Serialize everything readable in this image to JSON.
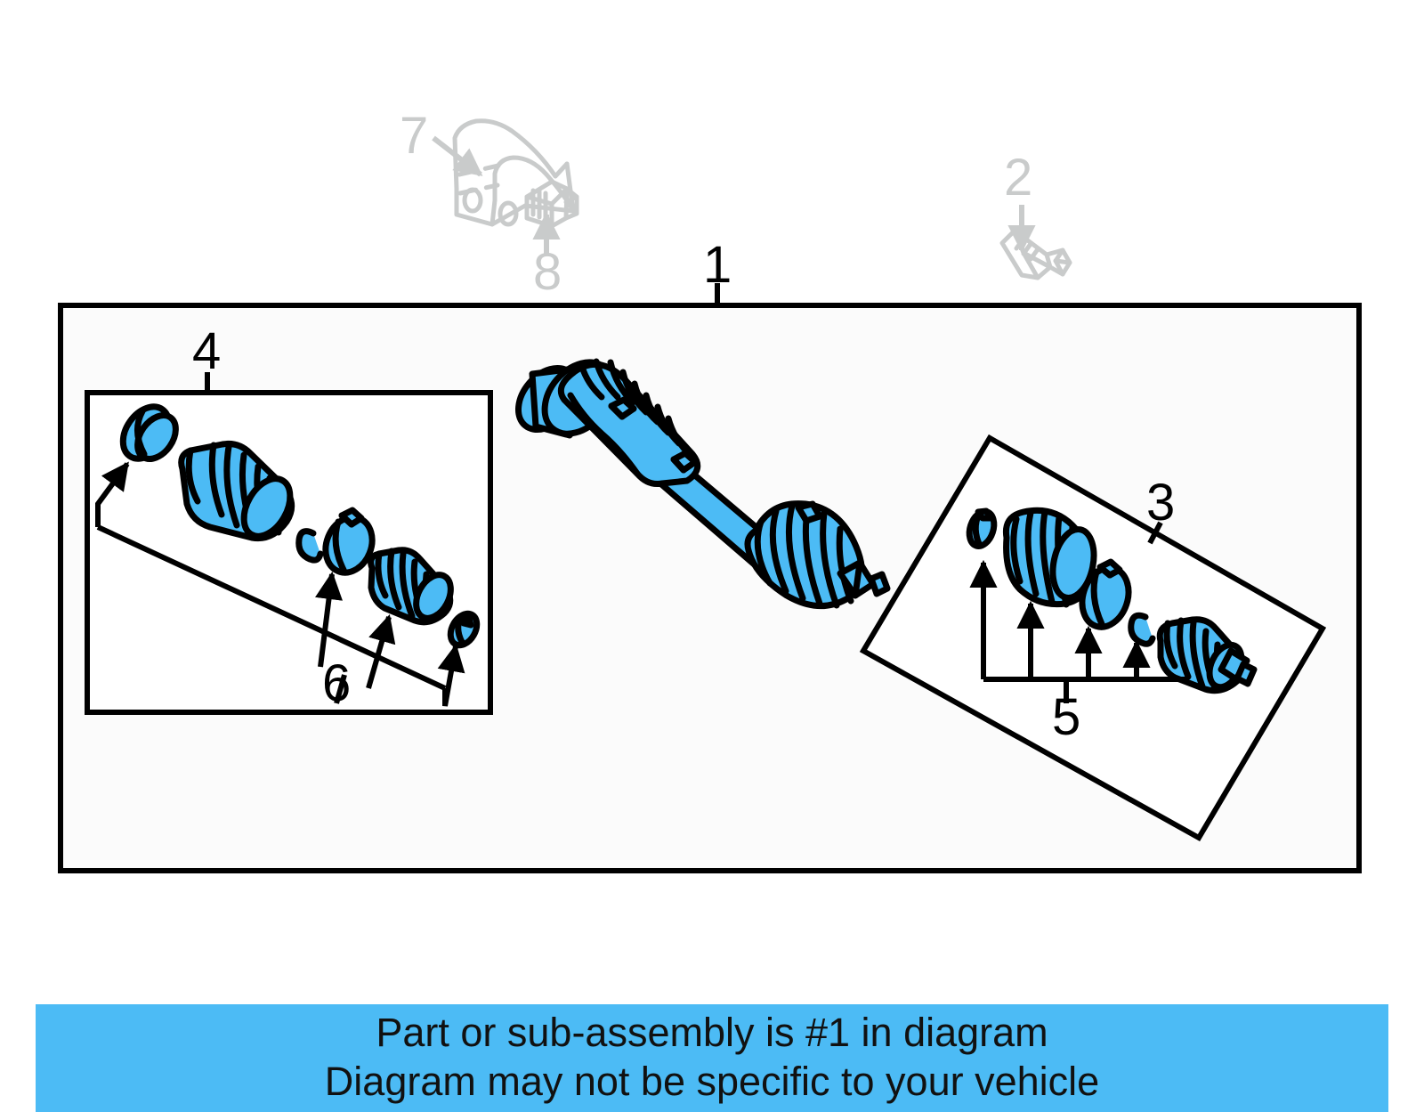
{
  "diagram": {
    "type": "automotive-exploded-parts-diagram",
    "subject": "Front CV axle / drive shaft assembly with joint boot kits",
    "background_color": "#ffffff",
    "part_fill_color": "#4cbbf5",
    "part_outline_color": "#000000",
    "ghost_part_color": "#c9cbcb",
    "callouts": [
      {
        "id": "1",
        "label": "1",
        "state": "active",
        "description": "Drive axle shaft assembly (main)"
      },
      {
        "id": "2",
        "label": "2",
        "state": "ghost",
        "description": "Flange bolt"
      },
      {
        "id": "3",
        "label": "3",
        "state": "active",
        "description": "Outer CV joint boot kit"
      },
      {
        "id": "4",
        "label": "4",
        "state": "active",
        "description": "Inner CV joint boot kit"
      },
      {
        "id": "5",
        "label": "5",
        "state": "active",
        "description": "Clamps and boot for outer kit"
      },
      {
        "id": "6",
        "label": "6",
        "state": "active",
        "description": "Clamps and boot for inner kit"
      },
      {
        "id": "7",
        "label": "7",
        "state": "ghost",
        "description": "Heat shield / bracket"
      },
      {
        "id": "8",
        "label": "8",
        "state": "ghost",
        "description": "Bolt"
      }
    ]
  },
  "banner": {
    "background_color": "#4cbbf5",
    "line1": "Part or sub-assembly is #1 in diagram",
    "line2": "Diagram may not be specific to your vehicle"
  }
}
